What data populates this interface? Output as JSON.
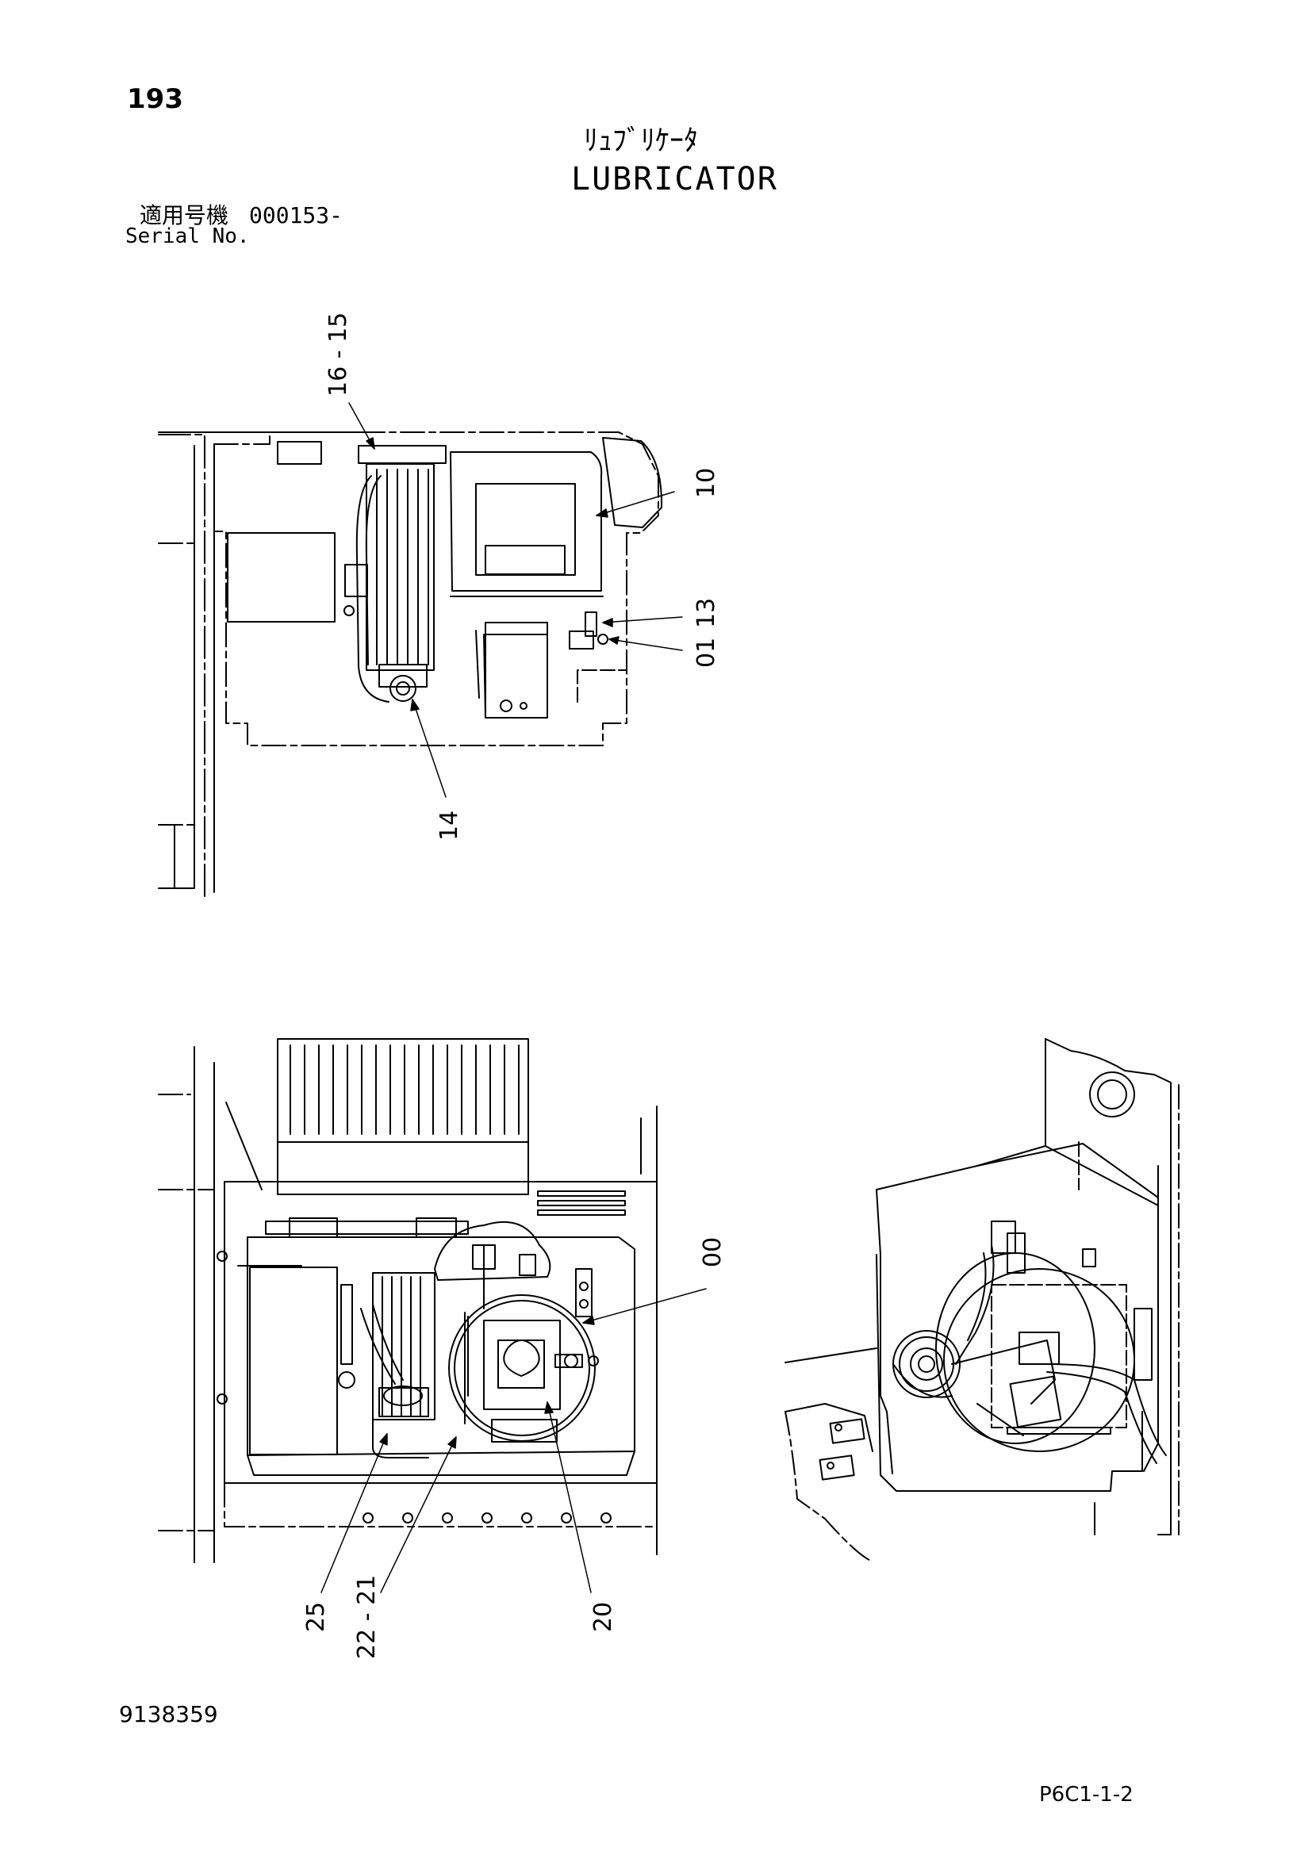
{
  "header": {
    "page_number": "193",
    "title_jp": "ﾘｭﾌﾞﾘｹｰﾀ",
    "title_en": "LUBRICATOR",
    "serial_label_jp": "適用号機",
    "serial_value": "000153-",
    "serial_label_en": "Serial No."
  },
  "callouts": {
    "c16_15": "16 - 15",
    "c10": "10",
    "c13": "13",
    "c01": "01",
    "c14": "14",
    "c00": "00",
    "c25": "25",
    "c22_21": "22 - 21",
    "c20": "20"
  },
  "footer": {
    "doc_code": "9138359",
    "sheet_code": "P6C1-1-2"
  }
}
